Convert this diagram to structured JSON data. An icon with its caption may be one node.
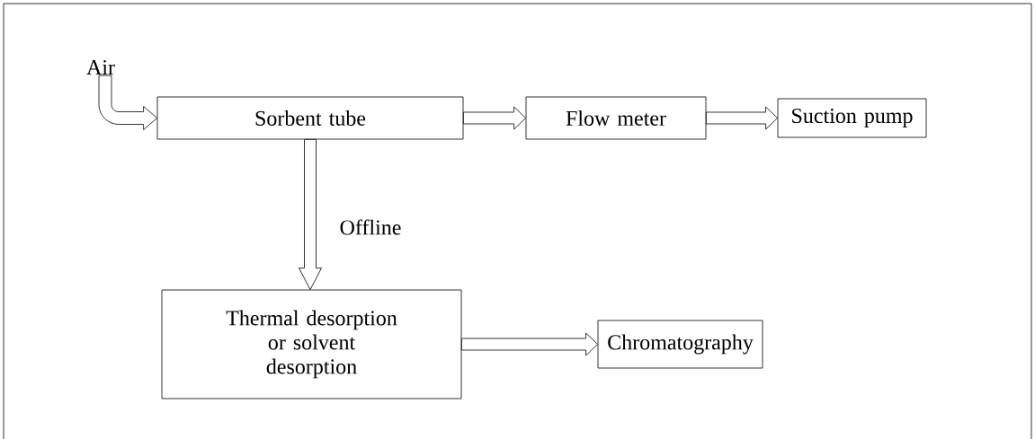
{
  "diagram": {
    "nodes": [
      {
        "text": [
          "Air"
        ]
      },
      {
        "text": [
          "Sorbent tube"
        ]
      },
      {
        "text": [
          "Flow meter"
        ]
      },
      {
        "text": [
          "Suction pump"
        ]
      },
      {
        "text": [
          "Thermal desorption or solvent desorption"
        ]
      },
      {
        "text": [
          "Chromatography"
        ]
      }
    ],
    "edges": [
      {
        "from": 0,
        "to": 1,
        "arrow": "to"
      },
      {
        "from": 1,
        "to": 2,
        "arrow": "to"
      },
      {
        "from": 2,
        "to": 3,
        "arrow": "to"
      },
      {
        "from": 1,
        "to": 4,
        "arrow": "to",
        "label": "Offline"
      },
      {
        "from": 4,
        "to": 5,
        "arrow": "to"
      }
    ]
  }
}
